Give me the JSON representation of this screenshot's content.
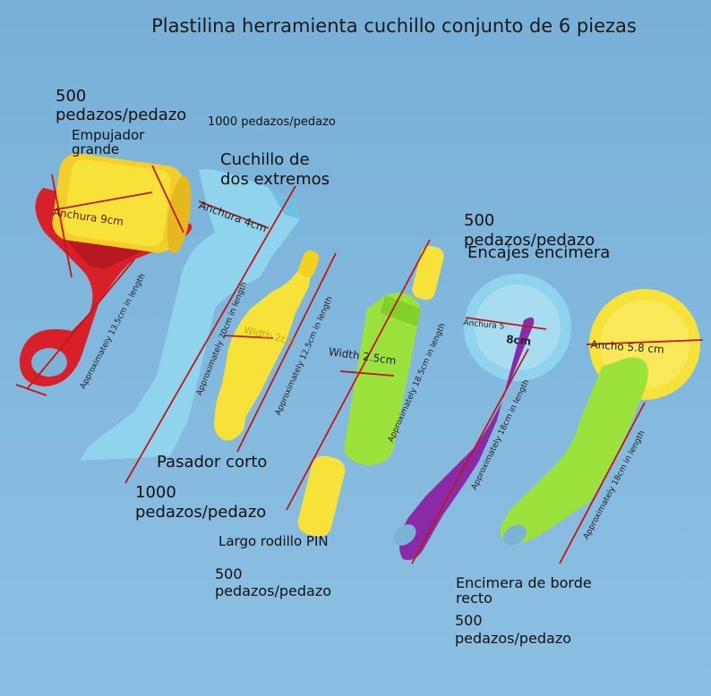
{
  "title": "Plastilina herramienta cuchillo conjunto de 6 piezas",
  "labels": {
    "roller_qty": "500\npedazos/pedazo",
    "roller_name": "Empujador\ngrande",
    "knife_qty": "1000 pedazos/pedazo",
    "knife_name": "Cuchillo de\ndos extremos",
    "lace_qty": "500\npedazos/pedazo",
    "lace_name": "Encajes encimera",
    "short_pin_name": "Pasador corto",
    "short_pin_qty": "1000\npedazos/pedazo",
    "long_pin_name": "Largo rodillo PIN",
    "long_pin_qty": "500\npedazos/pedazo",
    "straight_name": "Encimera de borde\nrecto",
    "straight_qty": "500\npedazos/pedazo"
  },
  "dimensions": {
    "roller_width": "Anchura 9cm",
    "roller_length": "Approximately 13.5cm in length",
    "knife_width": "Anchura 4cm",
    "knife_length": "Approximately 20cm in length",
    "short_pin_width": "Width 2cm",
    "short_pin_length": "Approximately 12.5cm in length",
    "long_pin_width": "Width 2.5cm",
    "long_pin_length": "Approximately 18.5cm in length",
    "lace_width": "Anchura 5",
    "lace_width2": "8cm",
    "lace_length": "Approximately 18cm in length",
    "straight_width": "Ancho 5.8 cm",
    "straight_length": "Approximately 18cm in length"
  },
  "colors": {
    "background": "#7ab2d8",
    "red": "#d8202a",
    "yellow": "#f7e23a",
    "light_blue": "#8fd4ec",
    "green": "#9be33c",
    "purple": "#8a2aa6",
    "dimension_line": "#c01818"
  }
}
